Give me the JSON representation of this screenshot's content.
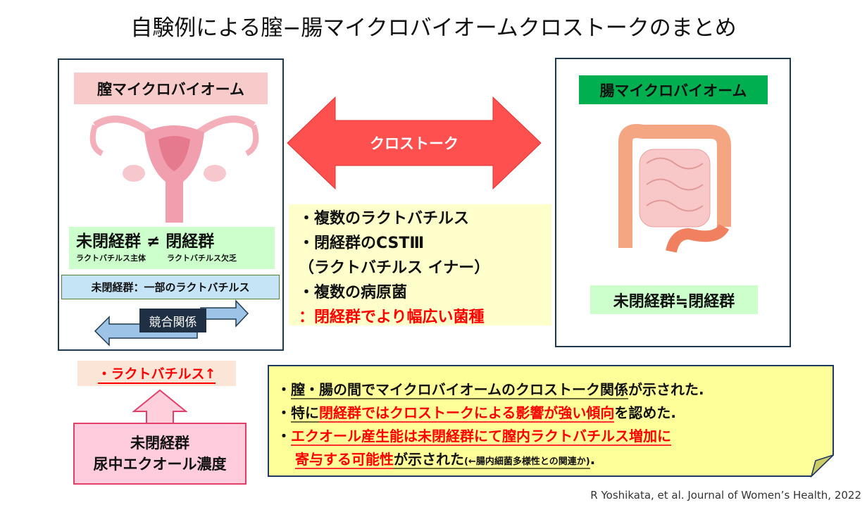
{
  "title": "自験例による膣−腸マイクロバイオームクロストークのまとめ",
  "left": {
    "label": "膣マイクロバイオーム",
    "compare_main": "未閉経群 ≠ 閉経群",
    "sub_left": "ラクトバチルス主体",
    "sub_right": "ラクトバチルス欠乏",
    "blue_box": "未閉経群：一部のラクトバチルス",
    "competition": "競合関係"
  },
  "center": {
    "arrow_label": "クロストーク",
    "items": [
      "・複数のラクトバチルス",
      "・閉経群のCSTⅢ",
      "（ラクトバチルス イナー）",
      "・複数の病原菌",
      "：閉経群でより幅広い菌種"
    ]
  },
  "right": {
    "label": "腸マイクロバイオーム",
    "compare": "未閉経群≒閉経群"
  },
  "lacto_up": "・ラクトバチルス↑",
  "pink_box": {
    "line1": "未閉経群",
    "line2": "尿中エクオール濃度"
  },
  "summary": {
    "l1a": "・",
    "l1b": "膣・腸の間でマイクロバイオームのクロストーク関係",
    "l1c": "が示された.",
    "l2a": "・",
    "l2b": "特に",
    "l2c": "閉経群ではクロストークによる影響が強い傾向",
    "l2d": "を認めた.",
    "l3a": "・",
    "l3b": "エクオール産生能は未閉経群にて膣内ラクトバチルス増加に",
    "l4a": "寄与する可能性",
    "l4b": "が示された",
    "l4c": "(←腸内細菌多様性との関連か)",
    "l4d": "."
  },
  "citation": "R Yoshikata, et al. Journal of Women’s Health, 2022"
}
